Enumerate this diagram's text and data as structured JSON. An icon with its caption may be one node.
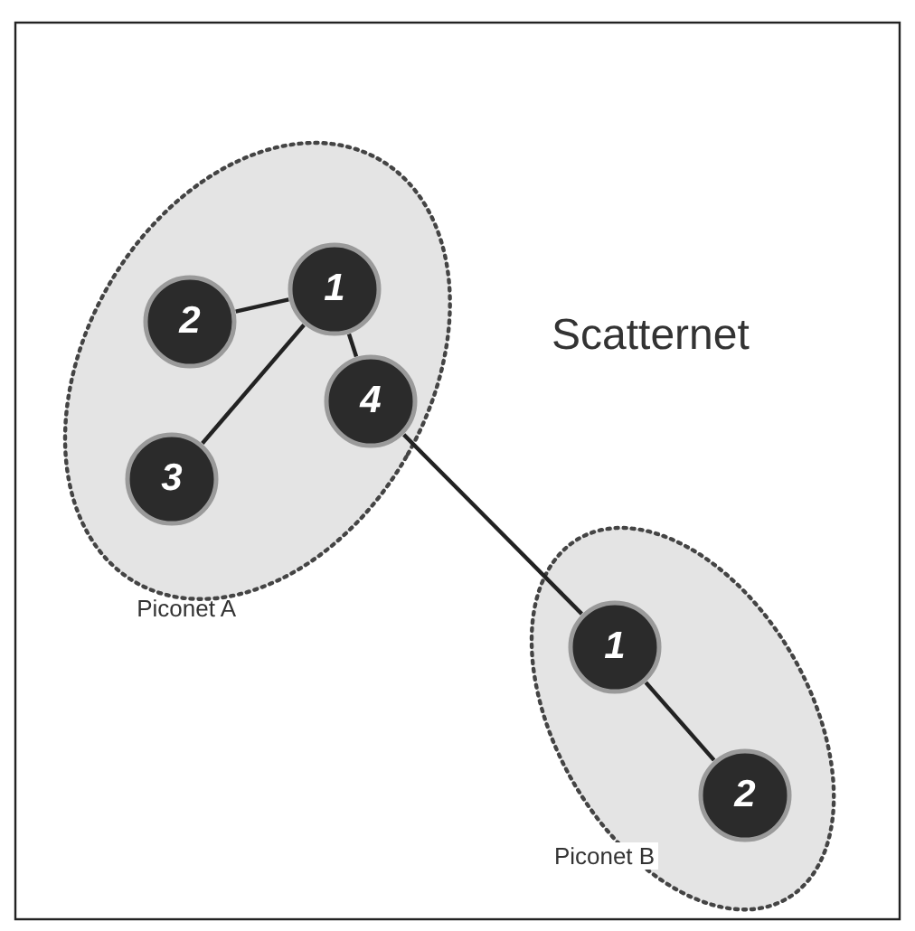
{
  "diagram": {
    "nodes": [
      {
        "text": [],
        "shape": "ellipse",
        "beside": [
          "Piconet A"
        ]
      },
      {
        "text": [
          "1"
        ],
        "in": 0
      },
      {
        "text": [
          "2"
        ],
        "in": 0
      },
      {
        "text": [
          "3"
        ],
        "in": 0
      },
      {
        "text": [
          "4"
        ],
        "in": 0
      },
      {
        "text": [],
        "shape": "ellipse",
        "beside": [
          "Piconet B"
        ]
      },
      {
        "text": [
          "1"
        ],
        "in": 5
      },
      {
        "text": [
          "2"
        ],
        "in": 5
      }
    ],
    "edges": [
      {
        "from": 1,
        "to": 2,
        "arrow": "none"
      },
      {
        "from": 1,
        "to": 3,
        "arrow": "none"
      },
      {
        "from": 1,
        "to": 4,
        "arrow": "none"
      },
      {
        "from": 4,
        "to": 6,
        "arrow": "none"
      },
      {
        "from": 6,
        "to": 7,
        "arrow": "none"
      }
    ],
    "labels": [
      "Scatternet"
    ]
  }
}
